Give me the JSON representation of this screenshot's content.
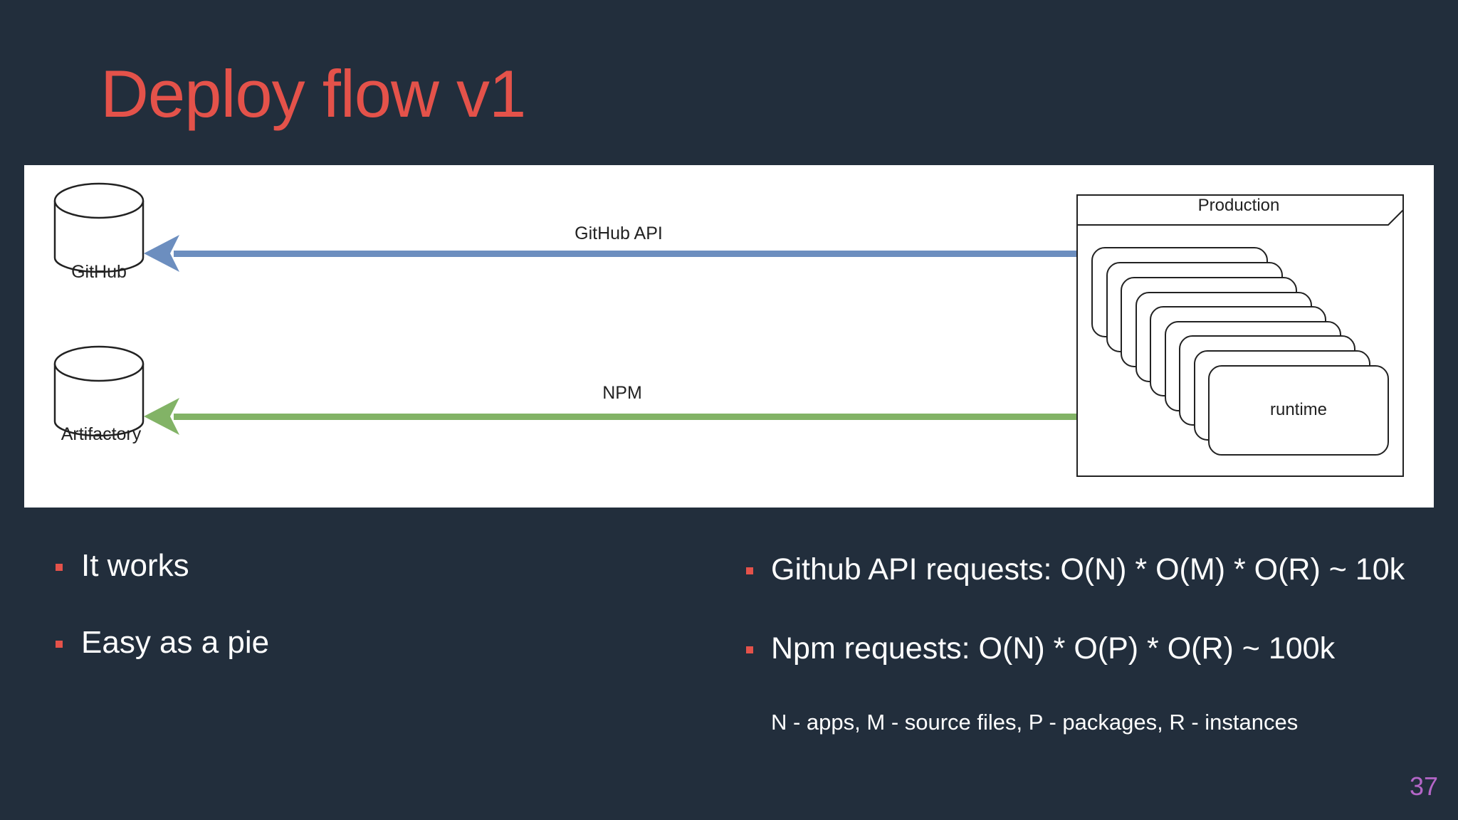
{
  "slide": {
    "title": "Deploy flow v1",
    "page_number": "37"
  },
  "diagram": {
    "nodes": {
      "github": "GitHub",
      "artifactory": "Artifactory",
      "production": "Production",
      "runtime": "runtime"
    },
    "edges": {
      "github_api": "GitHub API",
      "npm": "NPM"
    },
    "colors": {
      "github_api_arrow": "#6c8ebf",
      "npm_arrow": "#82b366"
    }
  },
  "bullets_left": [
    "It works",
    "Easy as a pie"
  ],
  "bullets_right": [
    "Github API requests: O(N) * O(M) * O(R) ~ 10k",
    "Npm requests: O(N) * O(P) * O(R) ~ 100k"
  ],
  "legend": "N - apps, M - source files, P - packages, R - instances",
  "colors": {
    "background": "#222e3c",
    "title": "#e4524a",
    "bullet_marker": "#e4524a",
    "page_number": "#b466c8"
  }
}
